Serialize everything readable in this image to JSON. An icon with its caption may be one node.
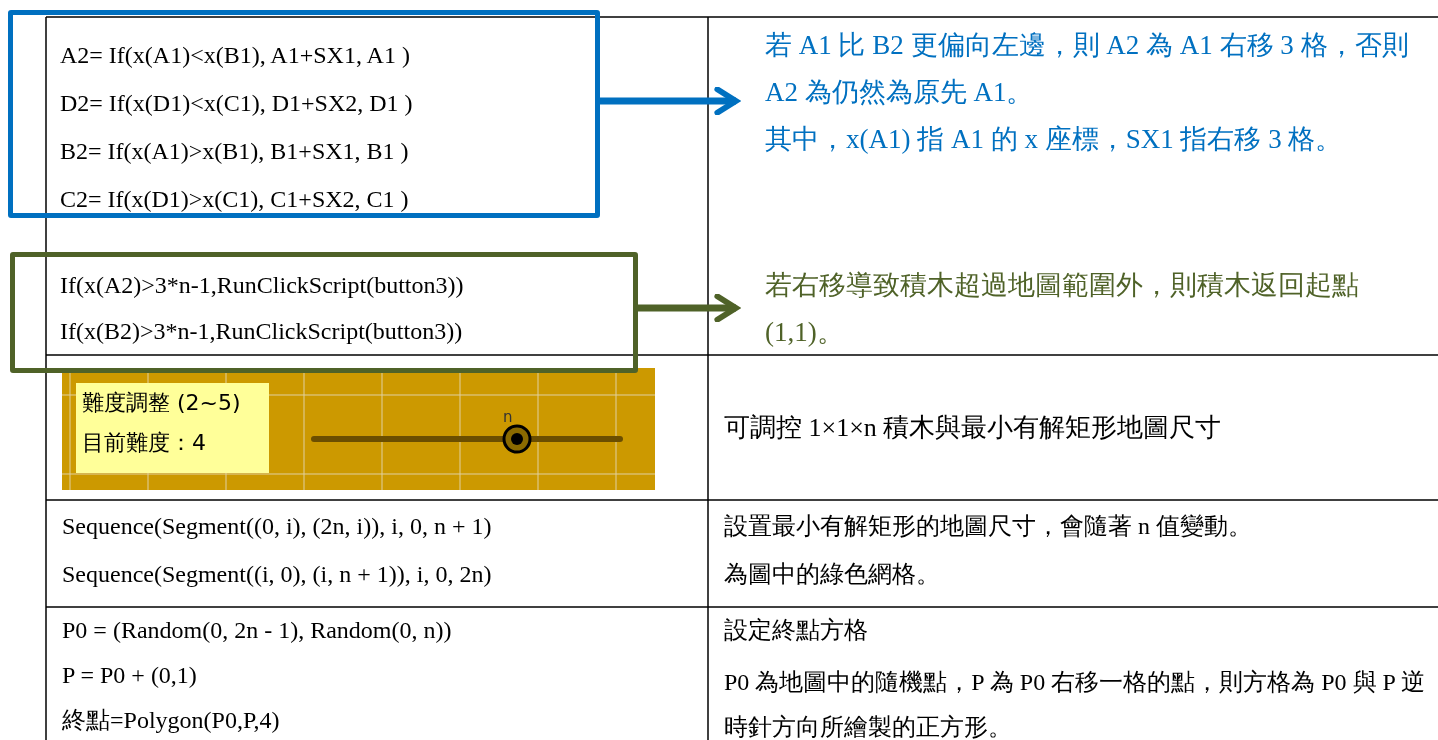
{
  "diagram": {
    "nodes": [
      {
        "text": [
          "A2= If(x(A1)<x(B1), A1+SX1, A1 )",
          "D2= If(x(D1)<x(C1), D1+SX2, D1 )",
          "B2= If(x(A1)>x(B1), B1+SX1, B1 )",
          "C2= If(x(D1)>x(C1), C1+SX2, C1 )"
        ]
      },
      {
        "text": [
          "若 A1 比 B2 更偏向左邊，則 A2 為 A1 右移 3 格，否則 A2 為仍然為原先 A1。",
          "其中，x(A1) 指 A1 的 x 座標，SX1 指右移 3 格。"
        ]
      },
      {
        "text": [
          "If(x(A2)>3*n-1,RunClickScript(button3))",
          "If(x(B2)>3*n-1,RunClickScript(button3))"
        ]
      },
      {
        "text": [
          "若右移導致積木超過地圖範圍外，則積木返回起點 (1,1)。"
        ]
      }
    ],
    "edges": [
      {
        "from": 0,
        "to": 1,
        "arrow": "to",
        "color": "#0070c0"
      },
      {
        "from": 2,
        "to": 3,
        "arrow": "to",
        "color": "#4f6228"
      }
    ],
    "labels": [
      "難度調整 (2~5)",
      "目前難度：4",
      "n",
      "可調控 1×1×n 積木與最小有解矩形地圖尺寸",
      "Sequence(Segment((0, i), (2n, i)), i, 0, n + 1)",
      "Sequence(Segment((i, 0), (i, n + 1)), i, 0, 2n)",
      "設置最小有解矩形的地圖尺寸，會隨著 n 值變動。",
      "為圖中的綠色網格。",
      "P0 = (Random(0, 2n - 1), Random(0, n))",
      "P = P0 + (0,1)",
      "終點=Polygon(P0,P,4)",
      "設定終點方格",
      "P0 為地圖中的隨機點，P 為 P0 右移一格的點，則方格為 P0 與 P 逆時針方向所繪製的正方形。"
    ]
  }
}
